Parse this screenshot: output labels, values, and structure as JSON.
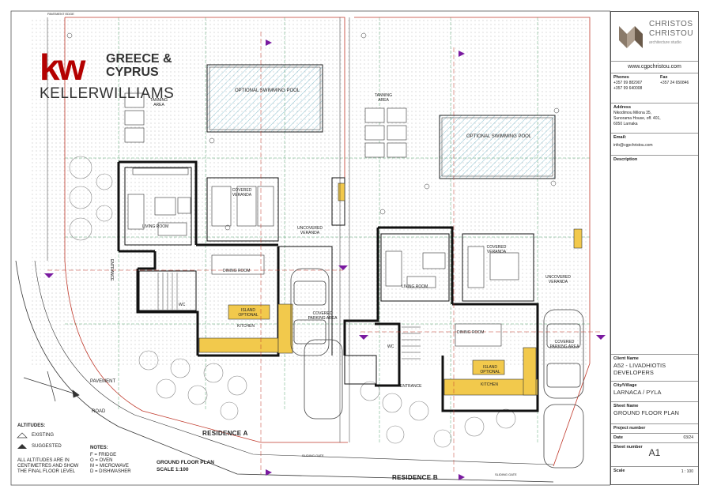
{
  "agency": {
    "logo_letters": "kw",
    "line1": "GREECE &",
    "line2": "CYPRUS",
    "name": "KELLERWILLIAMS"
  },
  "title_block": {
    "firm": "CHRISTOS CHRISTOU",
    "firm_sub": "architecture studio",
    "url": "www.cgpchristou.com",
    "phones_label": "Phones",
    "phone1": "+357 99 882907",
    "phone2": "+357 99 640008",
    "fax_label": "Fax",
    "fax": "+357 24 650846",
    "address_label": "Address",
    "address1": "Nikodimou Milona 35,",
    "address2": "Sunorama House, off. 401,",
    "address3": "6050 Larnaka",
    "email_label": "Email:",
    "email": "info@cgpchristou.com",
    "description_label": "Description",
    "client_label": "Client Name",
    "client1": "A52 - LIVADHIOTIS",
    "client2": "DEVELOPERS",
    "city_label": "City/Village",
    "city": "LARNACA / PYLA",
    "sheet_name_label": "Sheet Name",
    "sheet_name": "GROUND FLOOR PLAN",
    "project_label": "Project number",
    "project": "",
    "date_label": "Date",
    "date": "03/24",
    "sheet_number_label": "Sheet number",
    "sheet_number": "A1",
    "scale_label": "Scale",
    "scale": "1 : 100"
  },
  "plan": {
    "pool_a": "OPTIONAL SWIMMING POOL",
    "pool_b": "OPTIONAL SWIMMING POOL",
    "tanning_a": "TANNING AREA",
    "tanning_b": "TANNING AREA",
    "covered_veranda_a": "COVERED VERANDA",
    "uncovered_veranda_a": "UNCOVERED VERANDA",
    "living_a": "LIVING ROOM",
    "dining_a": "DINING ROOM",
    "island_a": "ISLAND OPTIONAL",
    "kitchen_a": "KITCHEN",
    "wc_a": "WC",
    "entrance_a": "ENTRANCE",
    "parking_a": "COVERED PARKING AREA",
    "covered_veranda_b": "COVERED VERANDA",
    "uncovered_veranda_b": "UNCOVERED VERANDA",
    "living_b": "LIVING ROOM",
    "dining_b": "DINING ROOM",
    "island_b": "ISLAND OPTIONAL",
    "kitchen_b": "KITCHEN",
    "wc_b": "WC",
    "entrance_b": "ENTRANCE",
    "parking_b": "COVERED PARKING AREA",
    "pavement": "PAVEMENT",
    "road": "ROAD",
    "residence_a": "RESIDENCE A",
    "residence_b": "RESIDENCE B",
    "plan_title": "GROUND FLOOR PLAN",
    "plan_scale": "SCALE 1:100",
    "pavement_edge": "PAVEMENT EDGE",
    "sliding_gate_a": "SLIDING GATE",
    "sliding_gate_b": "SLIDING GATE"
  },
  "legend": {
    "altitudes_title": "ALTITUDES:",
    "existing": "EXISTING",
    "suggested": "SUGGESTED",
    "note1": "ALL ALTITUDES ARE IN",
    "note2": "CENTIMETRES AND SHOW",
    "note3": "THE FINAL FLOOR LEVEL",
    "notes_title": "NOTES:",
    "n1": "F = FRIDGE",
    "n2": "O = OVEN",
    "n3": "M = MICROWAVE",
    "n4": "D = DISHWASHER"
  },
  "colors": {
    "accent_red": "#b40101",
    "wall": "#111111",
    "counter": "#f2c94c",
    "section_marker": "#7a1aa0",
    "grid": "#2f8f4f"
  }
}
